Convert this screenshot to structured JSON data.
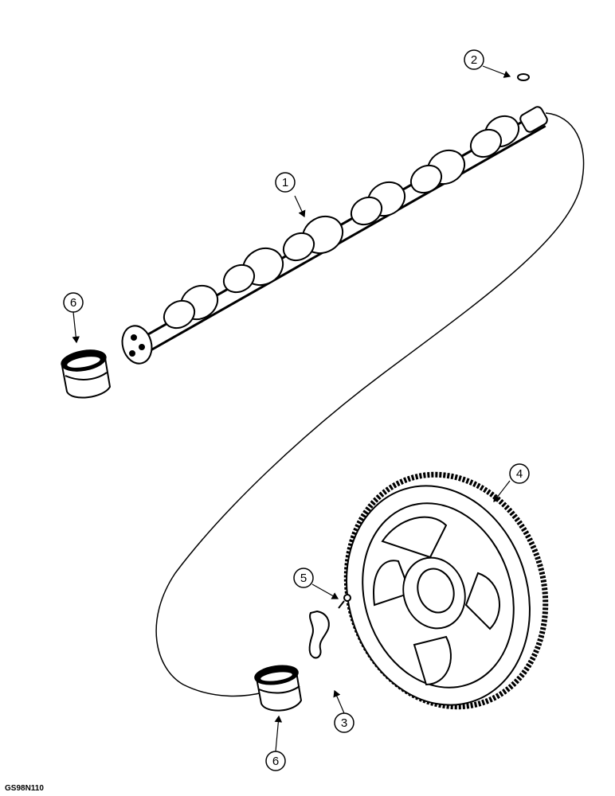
{
  "callouts": {
    "c1": "1",
    "c2": "2",
    "c3": "3",
    "c4": "4",
    "c5": "5",
    "c6_top": "6",
    "c6_bottom": "6"
  },
  "figure_code": "GS98N110",
  "colors": {
    "ink": "#000000",
    "paper": "#ffffff"
  }
}
